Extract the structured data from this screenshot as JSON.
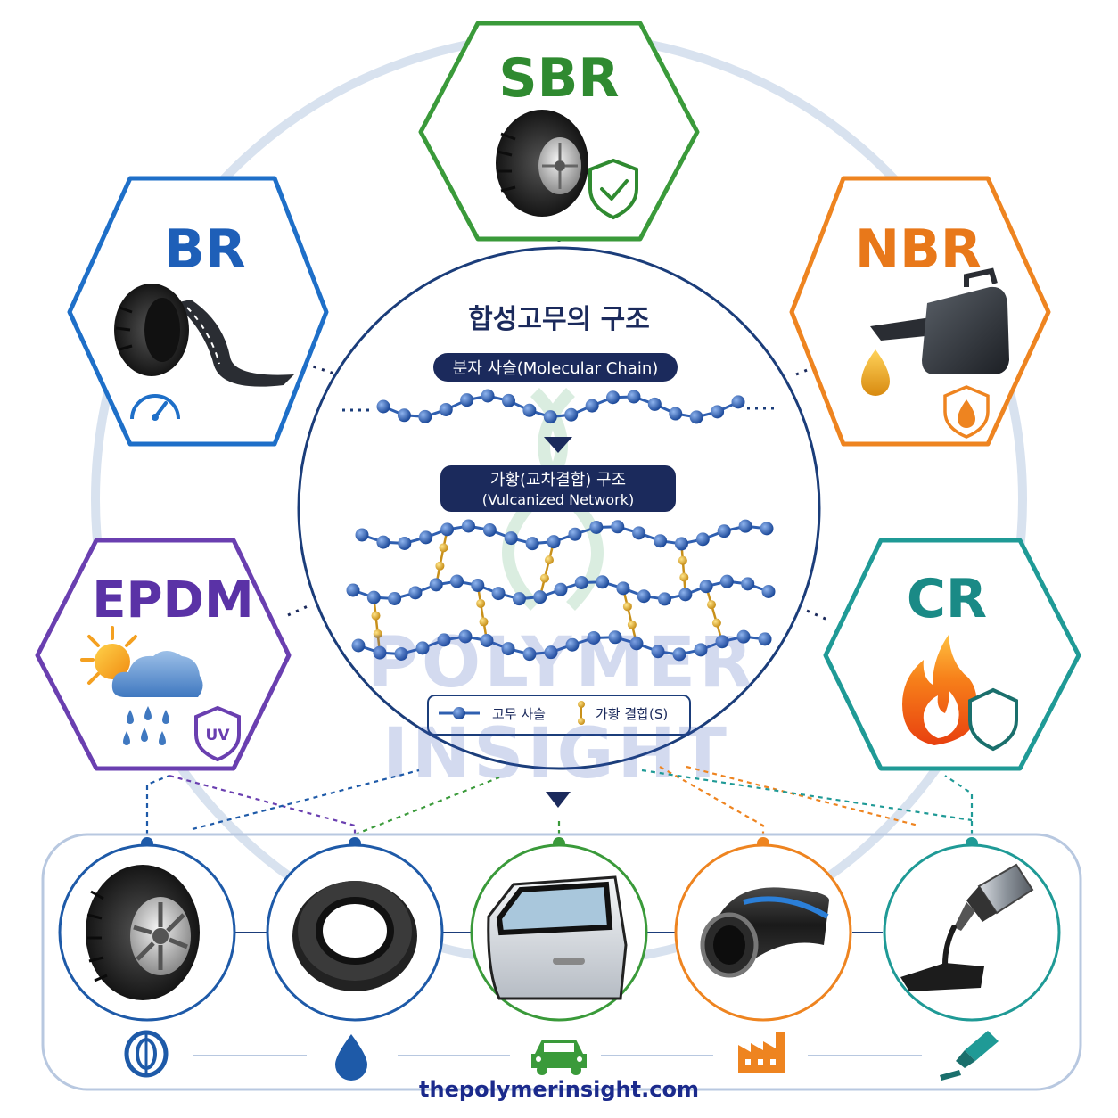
{
  "hexagons": [
    {
      "id": "sbr",
      "label": "SBR",
      "color": "#3a9a3a",
      "icon": "tire-shield-check-icon"
    },
    {
      "id": "br",
      "label": "BR",
      "color": "#1e6fc8",
      "icon": "tire-road-speedometer-icon"
    },
    {
      "id": "nbr",
      "label": "NBR",
      "color": "#ee8420",
      "icon": "oil-can-drop-icon"
    },
    {
      "id": "epdm",
      "label": "EPDM",
      "color": "#6a3fb0",
      "icon": "weather-uv-shield-icon"
    },
    {
      "id": "cr",
      "label": "CR",
      "color": "#1f9a96",
      "icon": "flame-shield-icon"
    }
  ],
  "center": {
    "title": "합성고무의 구조",
    "molecular_chain": "분자 사슬(Molecular Chain)",
    "vulcanized_kr": "가황(교차결합) 구조",
    "vulcanized_en": "(Vulcanized Network)",
    "legend": {
      "chain": "고무 사슬",
      "bond": "가황 결합(S)"
    }
  },
  "watermark": {
    "line1": "POLYMER",
    "line2": "INSIGHT"
  },
  "applications": [
    {
      "name": "tire",
      "icon": "tire-icon",
      "color": "#1e5aa8"
    },
    {
      "name": "oil-seal",
      "icon": "drop-icon",
      "color": "#1e5aa8"
    },
    {
      "name": "car-door-seal",
      "icon": "car-icon",
      "color": "#3a9a3a"
    },
    {
      "name": "hose",
      "icon": "factory-icon",
      "color": "#ee8420"
    },
    {
      "name": "adhesive",
      "icon": "glue-tube-icon",
      "color": "#1f9a96"
    }
  ],
  "footer": {
    "url": "thepolymerinsight.com"
  },
  "colors": {
    "navy": "#1b2a5c",
    "chain": "#2f5fb0",
    "bond": "#e2a820"
  }
}
